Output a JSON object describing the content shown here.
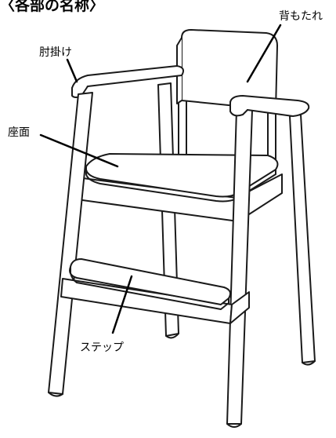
{
  "title": "〈各部の名称〉",
  "labels": {
    "backrest": "背もたれ",
    "armrest": "肘掛け",
    "seat": "座面",
    "step": "ステップ"
  },
  "colors": {
    "stroke": "#1a1a1a",
    "fill": "#ffffff"
  }
}
